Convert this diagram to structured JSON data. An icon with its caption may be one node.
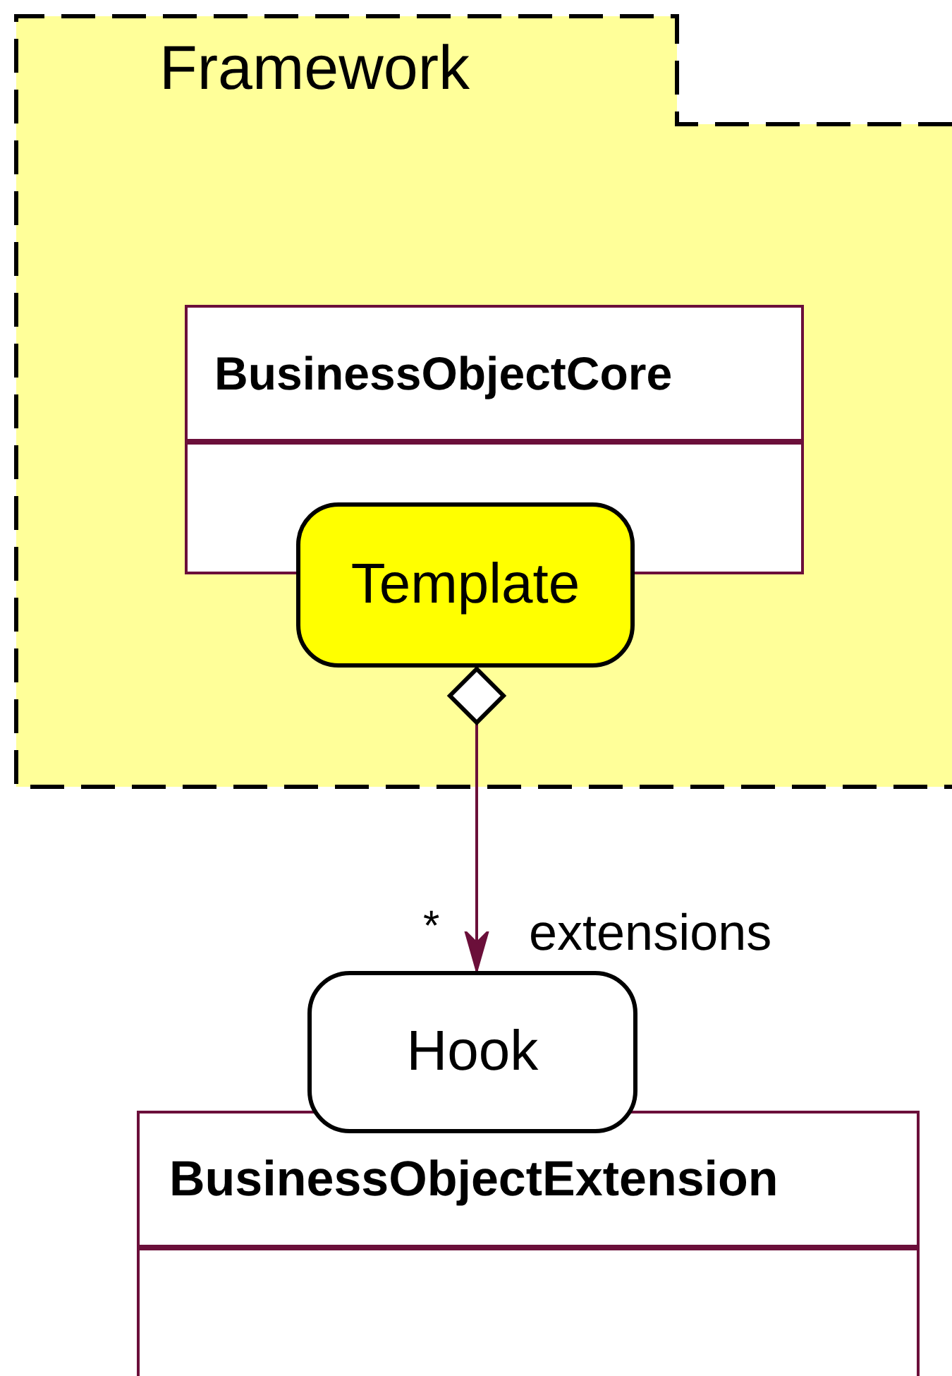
{
  "diagram": {
    "nodes": [
      {
        "text": [
          "Framework"
        ]
      },
      {
        "text": [
          "BusinessObjectCore"
        ],
        "in": 0
      },
      {
        "text": [
          "Template"
        ],
        "in": 0
      },
      {
        "text": [
          "Hook"
        ]
      },
      {
        "text": [
          "BusinessObjectExtension"
        ]
      }
    ],
    "edges": [
      {
        "from": 2,
        "to": 3,
        "arrow": "to",
        "label": "extensions"
      }
    ],
    "labels": [
      "*"
    ]
  }
}
